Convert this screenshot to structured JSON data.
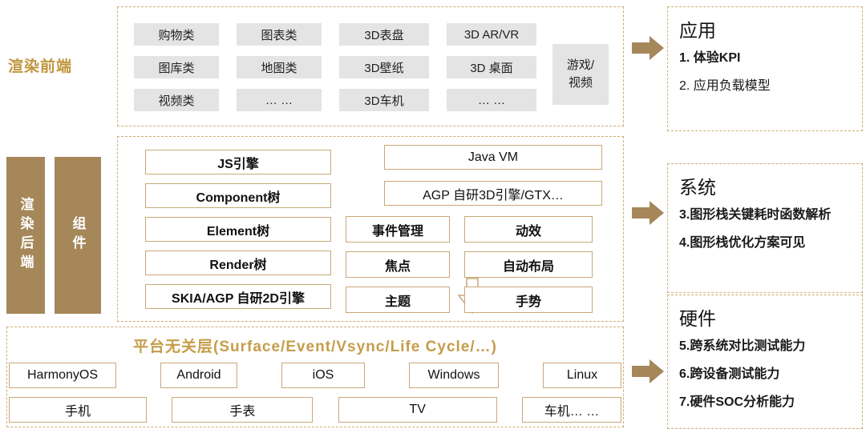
{
  "colors": {
    "gold_text": "#c0963f",
    "bronze_bar": "#a5875a",
    "gray_cell": "#e4e4e4",
    "gold_border": "#c9a878"
  },
  "frontend": {
    "label": "渲染前端",
    "grid": [
      "购物类",
      "图表类",
      "3D表盘",
      "3D AR/VR",
      "图库类",
      "地图类",
      "3D壁纸",
      "3D 桌面",
      "视频类",
      "… …",
      "3D车机",
      "… …"
    ],
    "tall": [
      "游戏/",
      "视频"
    ]
  },
  "backend": {
    "bars": [
      "渲染后端",
      "组件"
    ],
    "stack": [
      "JS引擎",
      "Component树",
      "Element树",
      "Render树",
      "SKIA/AGP 自研2D引擎"
    ],
    "right_top": [
      "Java VM",
      "AGP 自研3D引擎/GTX…"
    ],
    "grid": [
      "事件管理",
      "动效",
      "焦点",
      "自动布局",
      "主题",
      "手势"
    ]
  },
  "platform": {
    "title": "平台无关层(Surface/Event/Vsync/Life Cycle/…)",
    "os": [
      "HarmonyOS",
      "Android",
      "iOS",
      "Windows",
      "Linux"
    ],
    "devices": [
      "手机",
      "手表",
      "TV",
      "车机… …"
    ]
  },
  "panels": [
    {
      "title": "应用",
      "items": [
        "1. 体验KPI",
        "2. 应用负载模型"
      ]
    },
    {
      "title": "系统",
      "items": [
        "3.图形栈关键耗时函数解析",
        "4.图形栈优化方案可见"
      ]
    },
    {
      "title": "硬件",
      "items": [
        "5.跨系统对比测试能力",
        "6.跨设备测试能力",
        "7.硬件SOC分析能力"
      ]
    }
  ]
}
